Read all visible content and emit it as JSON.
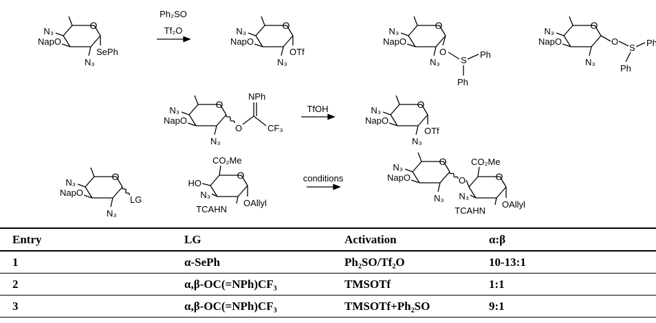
{
  "scheme": {
    "row1": {
      "reagent_top": "Ph₂SO",
      "reagent_bottom": "Tf₂O",
      "donor_leaving_group": "SePh",
      "product_leaving_group": "OTf",
      "sulfonium_group": "Ph"
    },
    "row2": {
      "imidate_group": "NPh",
      "cf3": "CF₃",
      "reagent": "TfOH",
      "product_leaving_group": "OTf"
    },
    "row3": {
      "donor_leaving_group": "LG",
      "acceptor_ester": "CO₂Me",
      "acceptor_hydroxyl": "HO",
      "acceptor_amide": "TCAHN",
      "acceptor_allyl": "OAllyl",
      "reagent": "conditions"
    },
    "sugar_labels": {
      "azide": "N₃",
      "nap_ether": "NapO",
      "ring_oxygen": "O"
    }
  },
  "table": {
    "headers": [
      "Entry",
      "LG",
      "Activation",
      "α:β"
    ],
    "rows": [
      [
        "1",
        "α-SePh",
        "Ph₂SO/Tf₂O",
        "10-13:1"
      ],
      [
        "2",
        "α,β-OC(=NPh)CF₃",
        "TMSOTf",
        "1:1"
      ],
      [
        "3",
        "α,β-OC(=NPh)CF₃",
        "TMSOTf+Ph₂SO",
        "9:1"
      ]
    ]
  }
}
